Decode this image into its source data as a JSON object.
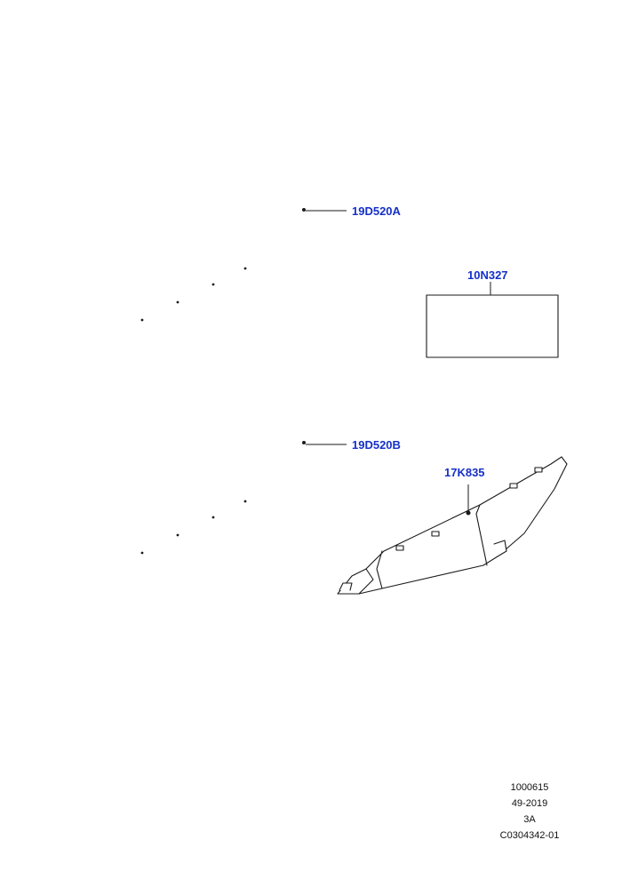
{
  "accent_color": "#1530c8",
  "callouts": {
    "tow_bar_a": "19D520A",
    "bolt_set": "10N327",
    "tow_bar_b": "19D520B",
    "cover_panel": "17K835"
  },
  "footer": {
    "line1": "1000615",
    "line2": "49-2019",
    "line3": "3A",
    "line4": "C0304342-01"
  }
}
